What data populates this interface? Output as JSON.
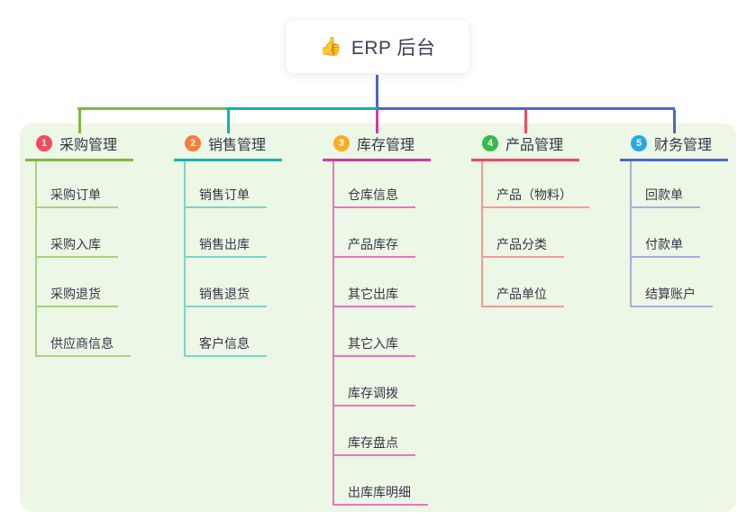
{
  "root": {
    "icon": "👍",
    "label": "ERP 后台"
  },
  "colors": {
    "page_bg": "#ffffff",
    "panel_bg": "#ecf7e5",
    "root_connector": "#4a67ce",
    "text": "#333846"
  },
  "branches": [
    {
      "index": "1",
      "label": "采购管理",
      "badge_color": "#f8495f",
      "line_color": "#7eb842",
      "child_line_color": "#a9d183",
      "children": [
        "采购订单",
        "采购入库",
        "采购退货",
        "供应商信息"
      ]
    },
    {
      "index": "2",
      "label": "销售管理",
      "badge_color": "#f97c3b",
      "line_color": "#17b2a6",
      "child_line_color": "#7ed3ca",
      "children": [
        "销售订单",
        "销售出库",
        "销售退货",
        "客户信息"
      ]
    },
    {
      "index": "3",
      "label": "库存管理",
      "badge_color": "#ffac20",
      "line_color": "#d4399f",
      "child_line_color": "#ef72c0",
      "children": [
        "仓库信息",
        "产品库存",
        "其它出库",
        "其它入库",
        "库存调拨",
        "库存盘点",
        "出库库明细"
      ]
    },
    {
      "index": "4",
      "label": "产品管理",
      "badge_color": "#35b94b",
      "line_color": "#f8485e",
      "child_line_color": "#f79898",
      "children": [
        "产品（物料）",
        "产品分类",
        "产品单位"
      ]
    },
    {
      "index": "5",
      "label": "财务管理",
      "badge_color": "#29a6e9",
      "line_color": "#4a67ce",
      "child_line_color": "#a2b1dd",
      "children": [
        "回款单",
        "付款单",
        "结算账户"
      ]
    }
  ]
}
